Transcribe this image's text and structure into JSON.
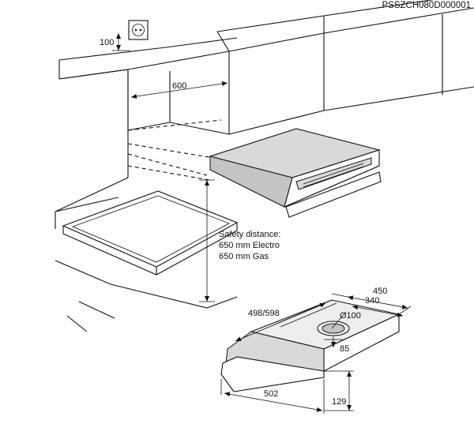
{
  "diagram": {
    "code": "PSSZCH080D000001",
    "top_dims": {
      "socket_height": "100",
      "cabinet_width": "600"
    },
    "safety": {
      "line1": "Safety distance:",
      "line2": "650 mm Electro",
      "line3": "650 mm Gas"
    },
    "hood_dims": {
      "depth_total": "450",
      "depth_inner": "340",
      "width": "498/598",
      "outlet_diameter": "Ø100",
      "outlet_offset": "85",
      "front_width": "502",
      "height": "129"
    }
  }
}
